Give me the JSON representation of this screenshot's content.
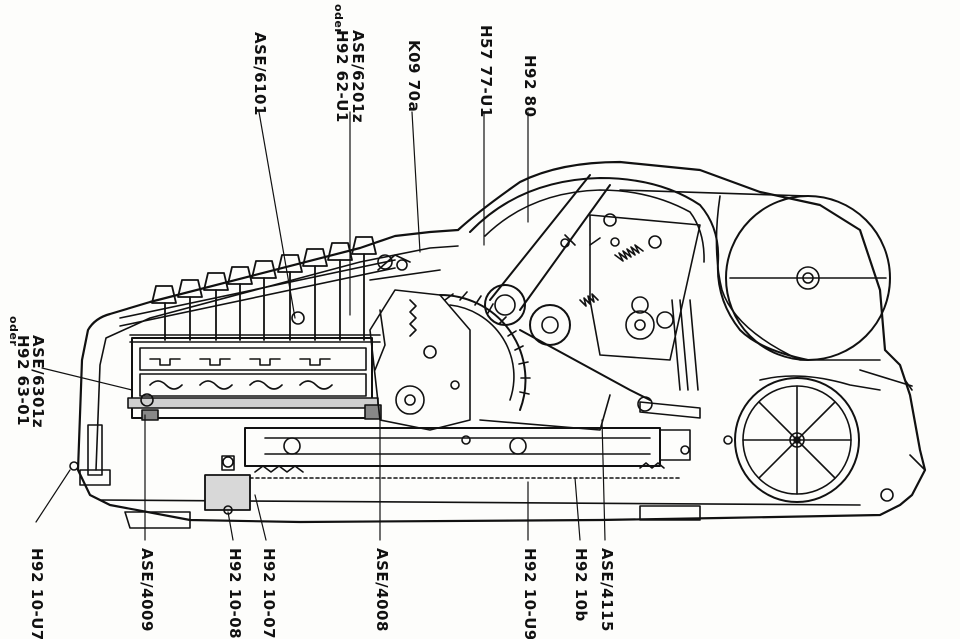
{
  "part_labels": {
    "ase_6101": "ASE/6101",
    "ase_6201z": "ASE/6201z",
    "oder_top": "oder",
    "h92_62_u1": "H92 62-U1",
    "k09_70a": "K09 70a",
    "h57_77_u1": "H57 77-U1",
    "h92_80": "H92 80",
    "ase_6301z": "ASE/6301z",
    "oder_left": "oder",
    "h92_63_01": "H92 63-01",
    "h92_10_u7": "H92 10-U7",
    "ase_4009": "ASE/4009",
    "h92_10_08": "H92 10-08",
    "h92_10_07": "H92 10-07",
    "ase_4008": "ASE/4008",
    "h92_10_u9": "H92 10-U9",
    "h92_10b": "H92 10b",
    "ase_4115": "ASE/4115"
  },
  "colors": {
    "ink": "#111111",
    "paper": "#fdfdfb",
    "hatch": "#555555"
  }
}
